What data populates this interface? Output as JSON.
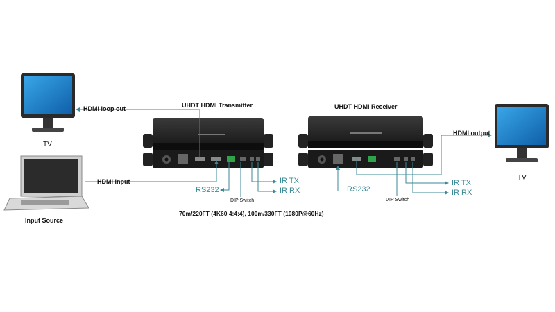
{
  "labels": {
    "tv_left": "TV",
    "tv_right": "TV",
    "input_source": "Input Source",
    "hdmi_loop_out": "HDMI loop out",
    "hdmi_input": "HDMI input",
    "hdmi_output": "HDMI output",
    "transmitter_title": "UHDT HDMI Transmitter",
    "receiver_title": "UHDT HDMI Receiver",
    "tx_rs232": "RS232",
    "tx_dip": "DIP Switch",
    "tx_ir_tx": "IR TX",
    "tx_ir_rx": "IR RX",
    "rx_rs232": "RS232",
    "rx_dip": "DIP Switch",
    "rx_ir_tx": "IR TX",
    "rx_ir_rx": "IR RX",
    "distance": "70m/220FT (4K60 4:4:4), 100m/330FT (1080P@60Hz)"
  },
  "colors": {
    "line": "#3a8a96",
    "device_body": "#1c1c1c",
    "screen": "#1a7fc6",
    "bezel": "#2a2a2a"
  }
}
